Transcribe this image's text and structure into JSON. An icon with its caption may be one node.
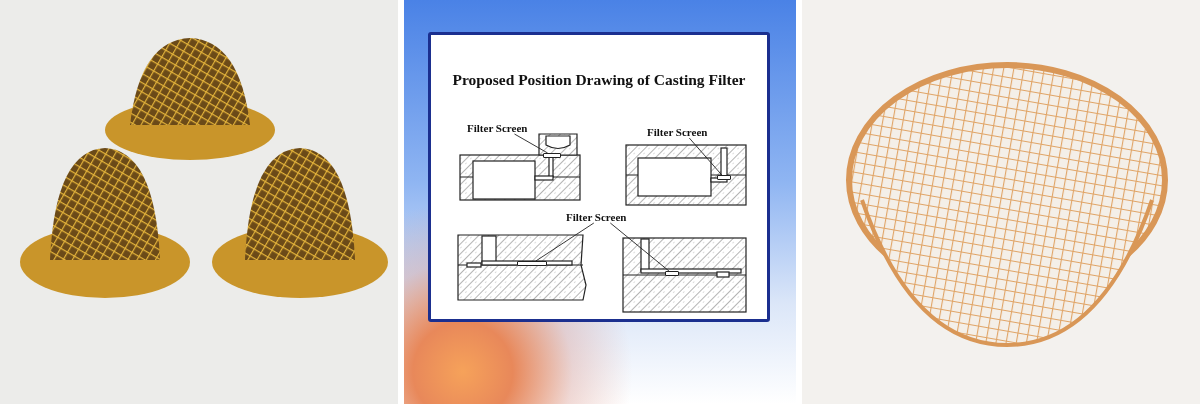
{
  "diagram": {
    "title": "Proposed Position Drawing of Casting Filter",
    "nodes": [
      {
        "text": [
          "Filter Screen"
        ]
      },
      {
        "text": [
          "Filter Screen"
        ]
      },
      {
        "text": [
          "Filter Screen"
        ]
      },
      {
        "text": [],
        "shape": "bar"
      },
      {
        "text": [],
        "shape": "bar"
      },
      {
        "text": [],
        "shape": "bar"
      },
      {
        "text": [],
        "shape": "bar"
      }
    ],
    "edges": [
      {
        "from": 0,
        "to": 3,
        "arrow": "none"
      },
      {
        "from": 1,
        "to": 4,
        "arrow": "none"
      },
      {
        "from": 2,
        "to": 5,
        "arrow": "none"
      },
      {
        "from": 2,
        "to": 6,
        "arrow": "none"
      }
    ]
  }
}
